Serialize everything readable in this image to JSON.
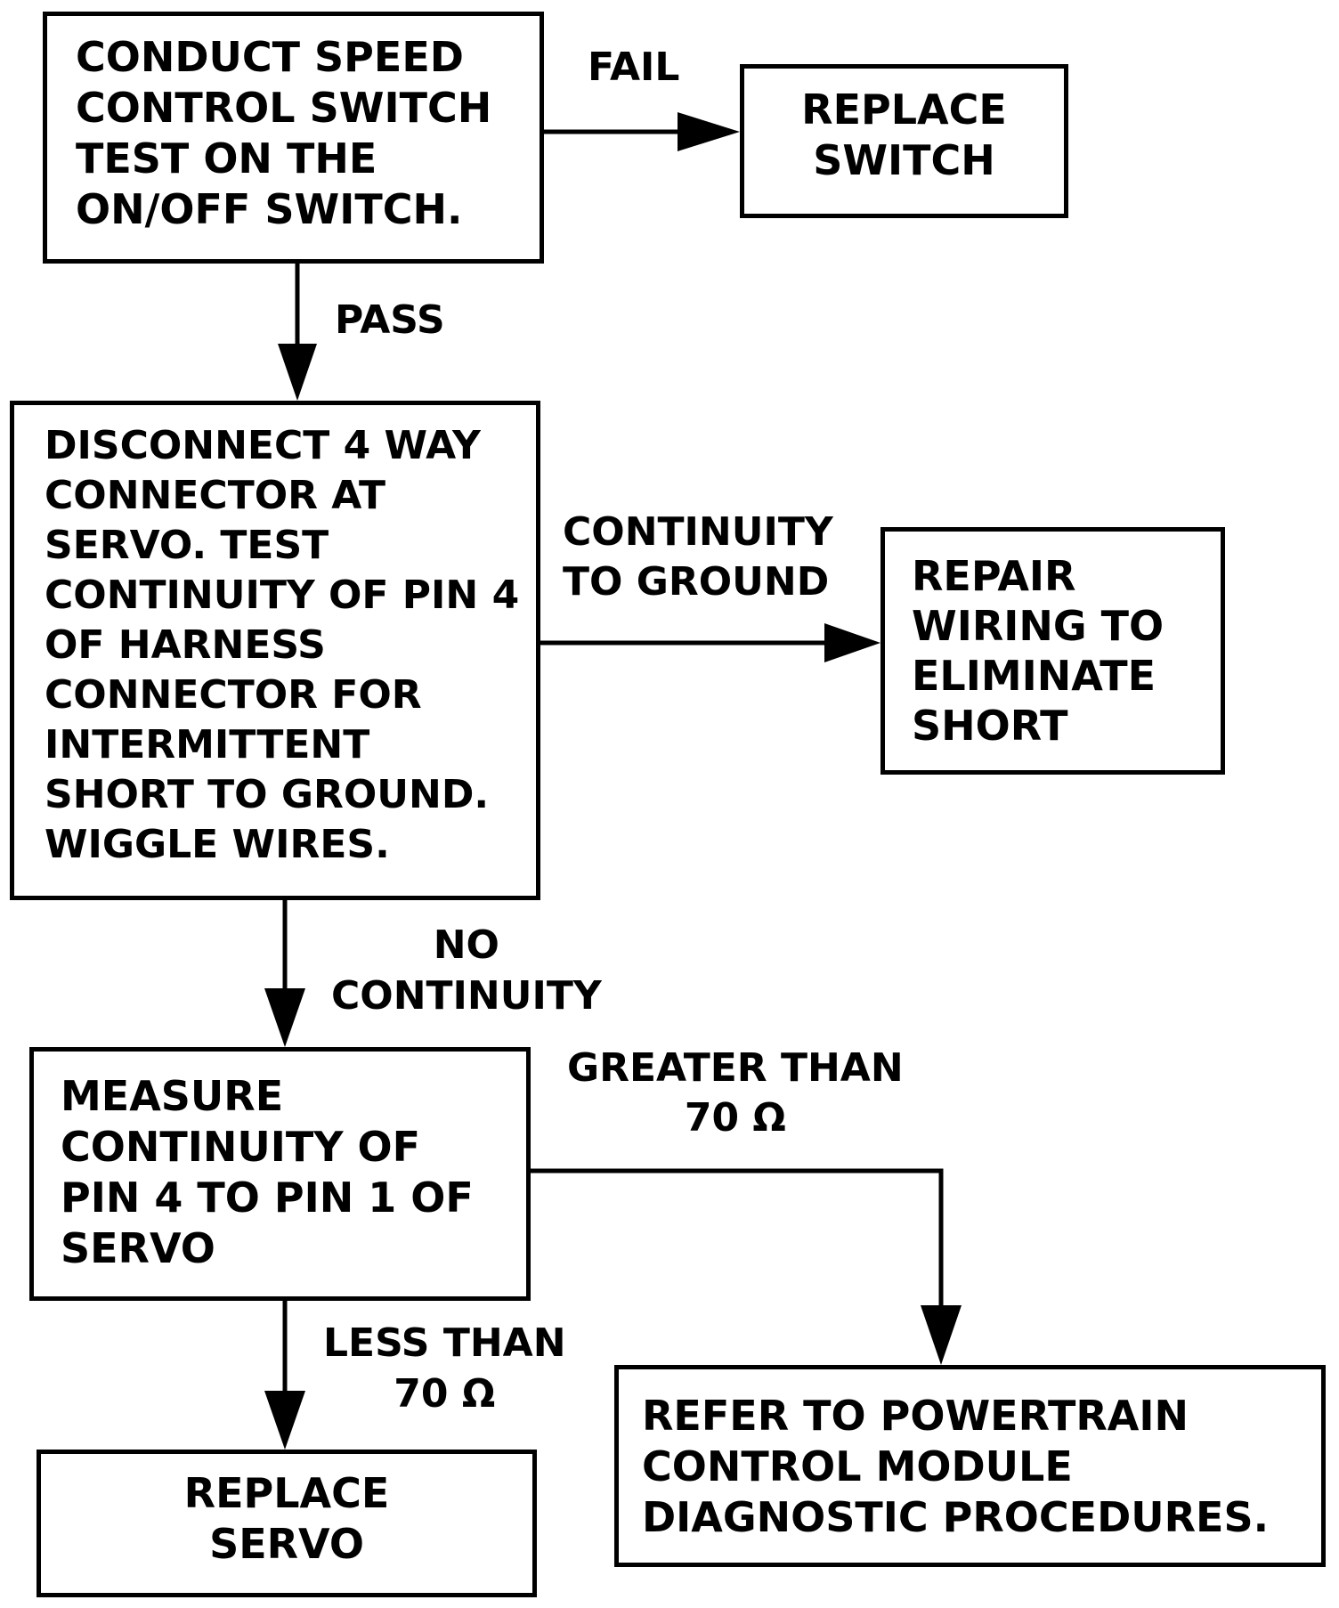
{
  "diagram": {
    "colors": {
      "stroke": "#000000",
      "background": "#ffffff",
      "text": "#000000"
    },
    "boxes": {
      "switch_test": {
        "lines": [
          "CONDUCT SPEED",
          "CONTROL SWITCH",
          "TEST ON THE",
          "ON/OFF SWITCH."
        ]
      },
      "replace_switch": {
        "lines": [
          "REPLACE",
          "SWITCH"
        ]
      },
      "disconnect": {
        "lines": [
          "DISCONNECT 4 WAY",
          "CONNECTOR AT",
          "SERVO. TEST",
          "CONTINUITY OF PIN 4",
          "OF HARNESS",
          "CONNECTOR FOR",
          "INTERMITTENT",
          "SHORT TO GROUND.",
          "WIGGLE WIRES."
        ]
      },
      "repair_wiring": {
        "lines": [
          "REPAIR",
          "WIRING TO",
          "ELIMINATE",
          "SHORT"
        ]
      },
      "measure": {
        "lines": [
          "MEASURE",
          "CONTINUITY OF",
          "PIN 4 TO PIN 1 OF",
          "SERVO"
        ]
      },
      "refer_pcm": {
        "lines": [
          "REFER TO POWERTRAIN",
          "CONTROL MODULE",
          "DIAGNOSTIC PROCEDURES."
        ]
      },
      "replace_servo": {
        "lines": [
          "REPLACE",
          "SERVO"
        ]
      }
    },
    "edges": {
      "fail": {
        "lines": [
          "FAIL"
        ]
      },
      "pass": {
        "lines": [
          "PASS"
        ]
      },
      "continuity_to_ground": {
        "lines": [
          "CONTINUITY",
          "TO GROUND"
        ]
      },
      "no_continuity": {
        "lines": [
          "NO",
          "CONTINUITY"
        ]
      },
      "greater_than": {
        "lines": [
          "GREATER THAN",
          "70 Ω"
        ]
      },
      "less_than": {
        "lines": [
          "LESS THAN",
          "70 Ω"
        ]
      }
    }
  }
}
